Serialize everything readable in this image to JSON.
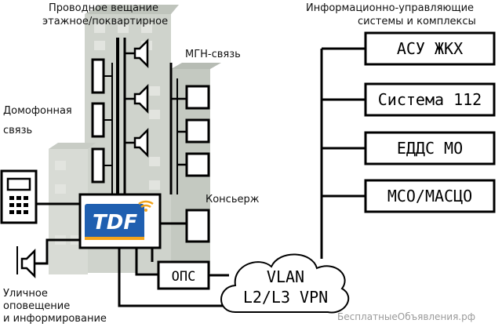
{
  "labels": {
    "wired_broadcast_line1": "Проводное вещание",
    "wired_broadcast_line2": "этажное/поквартирное",
    "mgn": "МГН-связь",
    "intercom_line1": "Домофонная",
    "intercom_line2": "связь",
    "concierge": "Консьерж",
    "street_line1": "Уличное",
    "street_line2": "оповещение",
    "street_line3": "и информирование",
    "info_line1": "Информационно-управляющие",
    "info_line2": "системы и комплексы"
  },
  "systems": [
    "АСУ ЖКХ",
    "Система 112",
    "ЕДДС МО",
    "МСО/МАСЦО"
  ],
  "ops": "ОПС",
  "vlan": {
    "line1": "VLAN",
    "line2": "L2/L3 VPN"
  },
  "logo": "TDF",
  "watermark": "БесплатныеОбъявления.рф",
  "colors": {
    "building": "#cfd3cc",
    "logo_blue": "#1f5fb0",
    "logo_orange": "#f2a41b"
  }
}
